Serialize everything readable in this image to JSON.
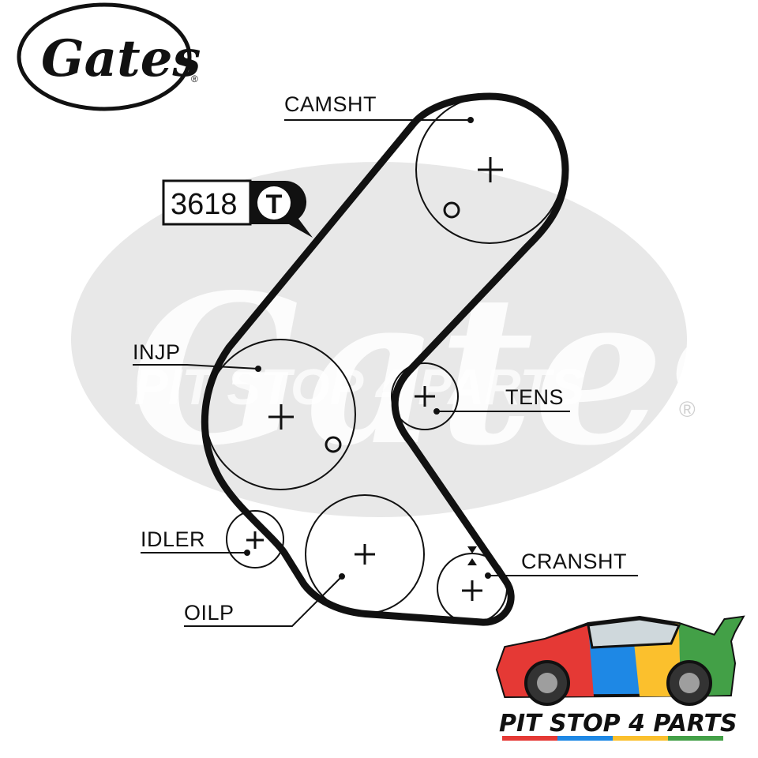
{
  "brand": {
    "logo_text": "Gates",
    "registered_mark": "®",
    "shop_name": "PIT STOP 4 PARTS"
  },
  "belt": {
    "part_code": "3618",
    "tensioner_badge": "T"
  },
  "labels": {
    "camshaft": "CAMSHT",
    "injection_pump": "INJP",
    "tensioner": "TENS",
    "idler": "IDLER",
    "crankshaft": "CRANSHT",
    "oil_pump": "OILP"
  },
  "colors": {
    "line": "#111111",
    "watermark": "#e6e6e6",
    "car_red": "#e53935",
    "car_blue": "#1e88e5",
    "car_yellow": "#fbc02d",
    "car_green": "#43a047"
  }
}
